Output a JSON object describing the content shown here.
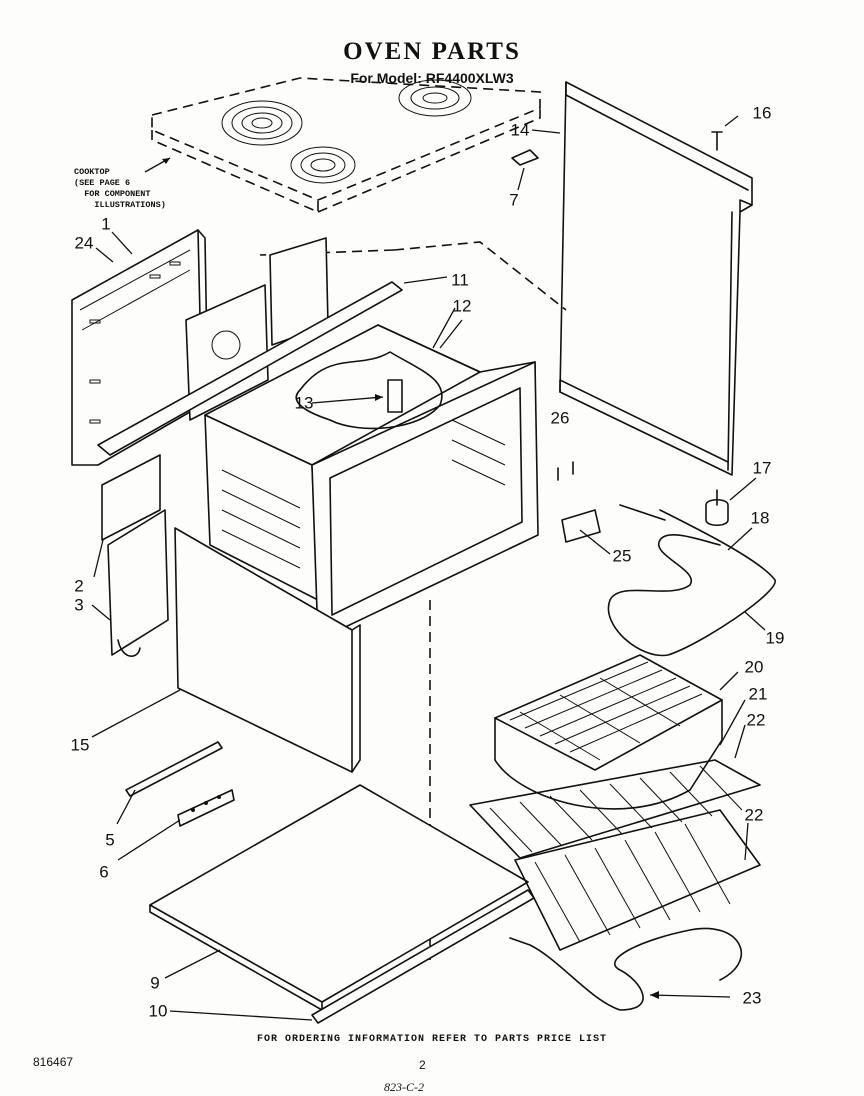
{
  "header": {
    "title": "OVEN PARTS",
    "subtitle": "For Model: RF4400XLW3"
  },
  "cooktop_note": {
    "lines": [
      "COOKTOP",
      "(SEE PAGE 6",
      "  FOR COMPONENT",
      "    ILLUSTRATIONS)"
    ]
  },
  "callouts": [
    {
      "label": "1"
    },
    {
      "label": "24"
    },
    {
      "label": "11"
    },
    {
      "label": "12"
    },
    {
      "label": "13"
    },
    {
      "label": "14"
    },
    {
      "label": "16"
    },
    {
      "label": "7"
    },
    {
      "label": "26"
    },
    {
      "label": "17"
    },
    {
      "label": "18"
    },
    {
      "label": "25"
    },
    {
      "label": "19"
    },
    {
      "label": "2"
    },
    {
      "label": "3"
    },
    {
      "label": "20"
    },
    {
      "label": "21"
    },
    {
      "label": "22"
    },
    {
      "label": "15"
    },
    {
      "label": "22"
    },
    {
      "label": "5"
    },
    {
      "label": "6"
    },
    {
      "label": "9"
    },
    {
      "label": "23"
    },
    {
      "label": "10"
    }
  ],
  "footer": {
    "ordering_note": "FOR ORDERING INFORMATION REFER TO PARTS PRICE LIST",
    "document_number": "816467",
    "page_number": "2",
    "handwritten_mark": "823-C-2"
  }
}
